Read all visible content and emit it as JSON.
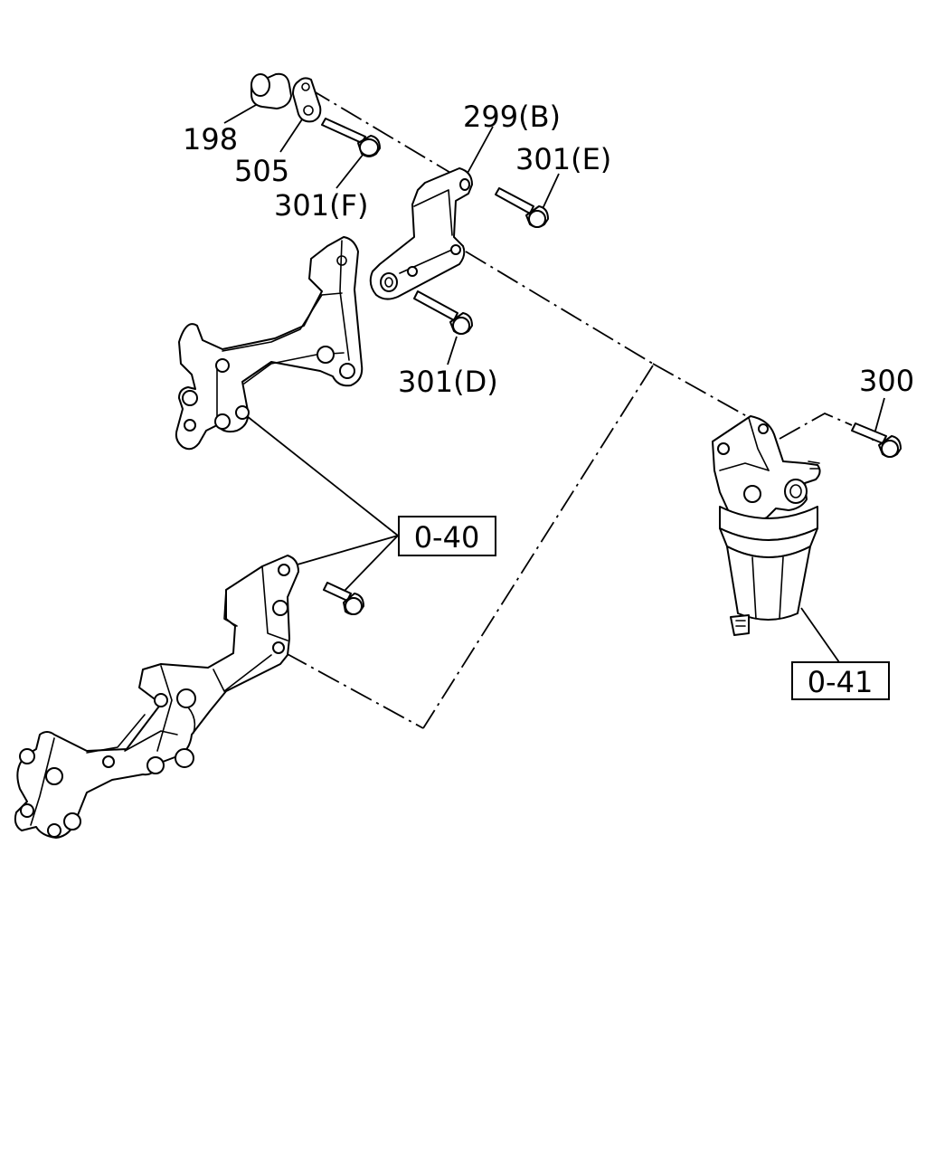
{
  "callouts": {
    "c198": "198",
    "c505": "505",
    "c301f": "301(F)",
    "c299b": "299(B)",
    "c301e": "301(E)",
    "c301d": "301(D)",
    "c300": "300",
    "ref040": "0-40",
    "ref041": "0-41"
  },
  "colors": {
    "line": "#000000",
    "background": "#ffffff"
  }
}
